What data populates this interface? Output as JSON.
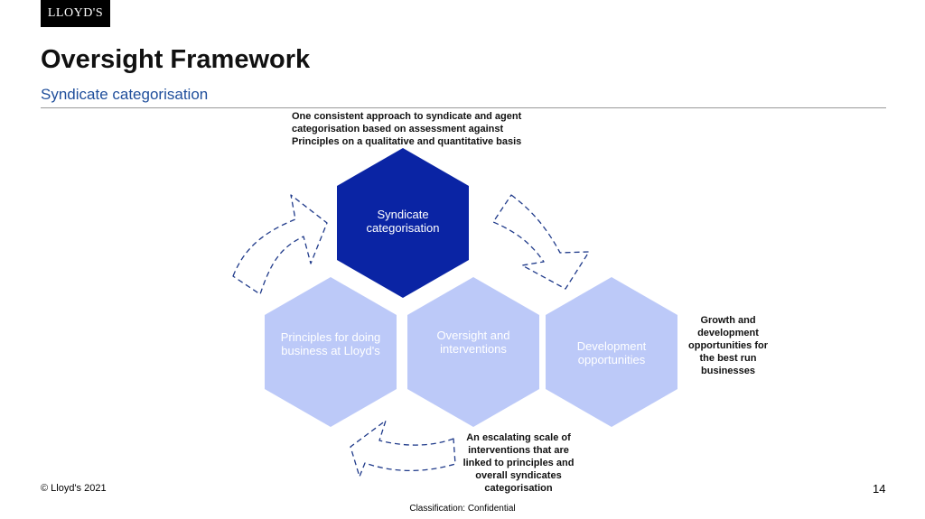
{
  "header": {
    "logo_text": "LLOYD'S",
    "title": "Oversight Framework",
    "subtitle": "Syndicate categorisation"
  },
  "notes": {
    "top": "One consistent approach to syndicate and agent categorisation based on assessment against Principles on a qualitative and quantitative basis",
    "right": "Growth and development opportunities for the best run businesses",
    "bottom": "An escalating scale of interventions that are linked to principles and overall syndicates categorisation"
  },
  "hexagons": {
    "syndicate": {
      "label": "Syndicate categorisation",
      "fill": "#0a24a4"
    },
    "principles": {
      "label": "Principles for doing business at Lloyd's",
      "fill": "#bcc9f8"
    },
    "oversight": {
      "label": "Oversight and interventions",
      "fill": "#bcc9f8"
    },
    "development": {
      "label": "Development opportunities",
      "fill": "#bcc9f8"
    }
  },
  "arrow_color": "#1f3a8a",
  "footer": {
    "copyright": "© Lloyd's 2021",
    "page_number": "14",
    "classification": "Classification: Confidential"
  }
}
